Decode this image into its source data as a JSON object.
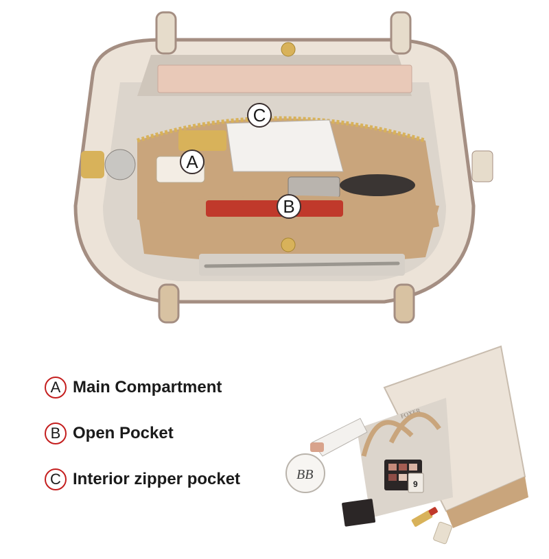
{
  "colors": {
    "legend_ring": "#c41e1e",
    "bag_cream": "#ece3d8",
    "bag_taupe": "#a48e82",
    "bag_camel": "#c9a57c",
    "lining": "#dcd5cc",
    "gold_hardware": "#d8b25a"
  },
  "callouts": {
    "a": "A",
    "b": "B",
    "c": "C"
  },
  "legend": [
    {
      "letter": "A",
      "label": "Main Compartment"
    },
    {
      "letter": "B",
      "label": "Open Pocket"
    },
    {
      "letter": "C",
      "label": "Interior zipper pocket"
    }
  ],
  "product": {
    "brand_stamp": "FOXER",
    "powder_label": "BB",
    "lipstick_label": "9"
  }
}
